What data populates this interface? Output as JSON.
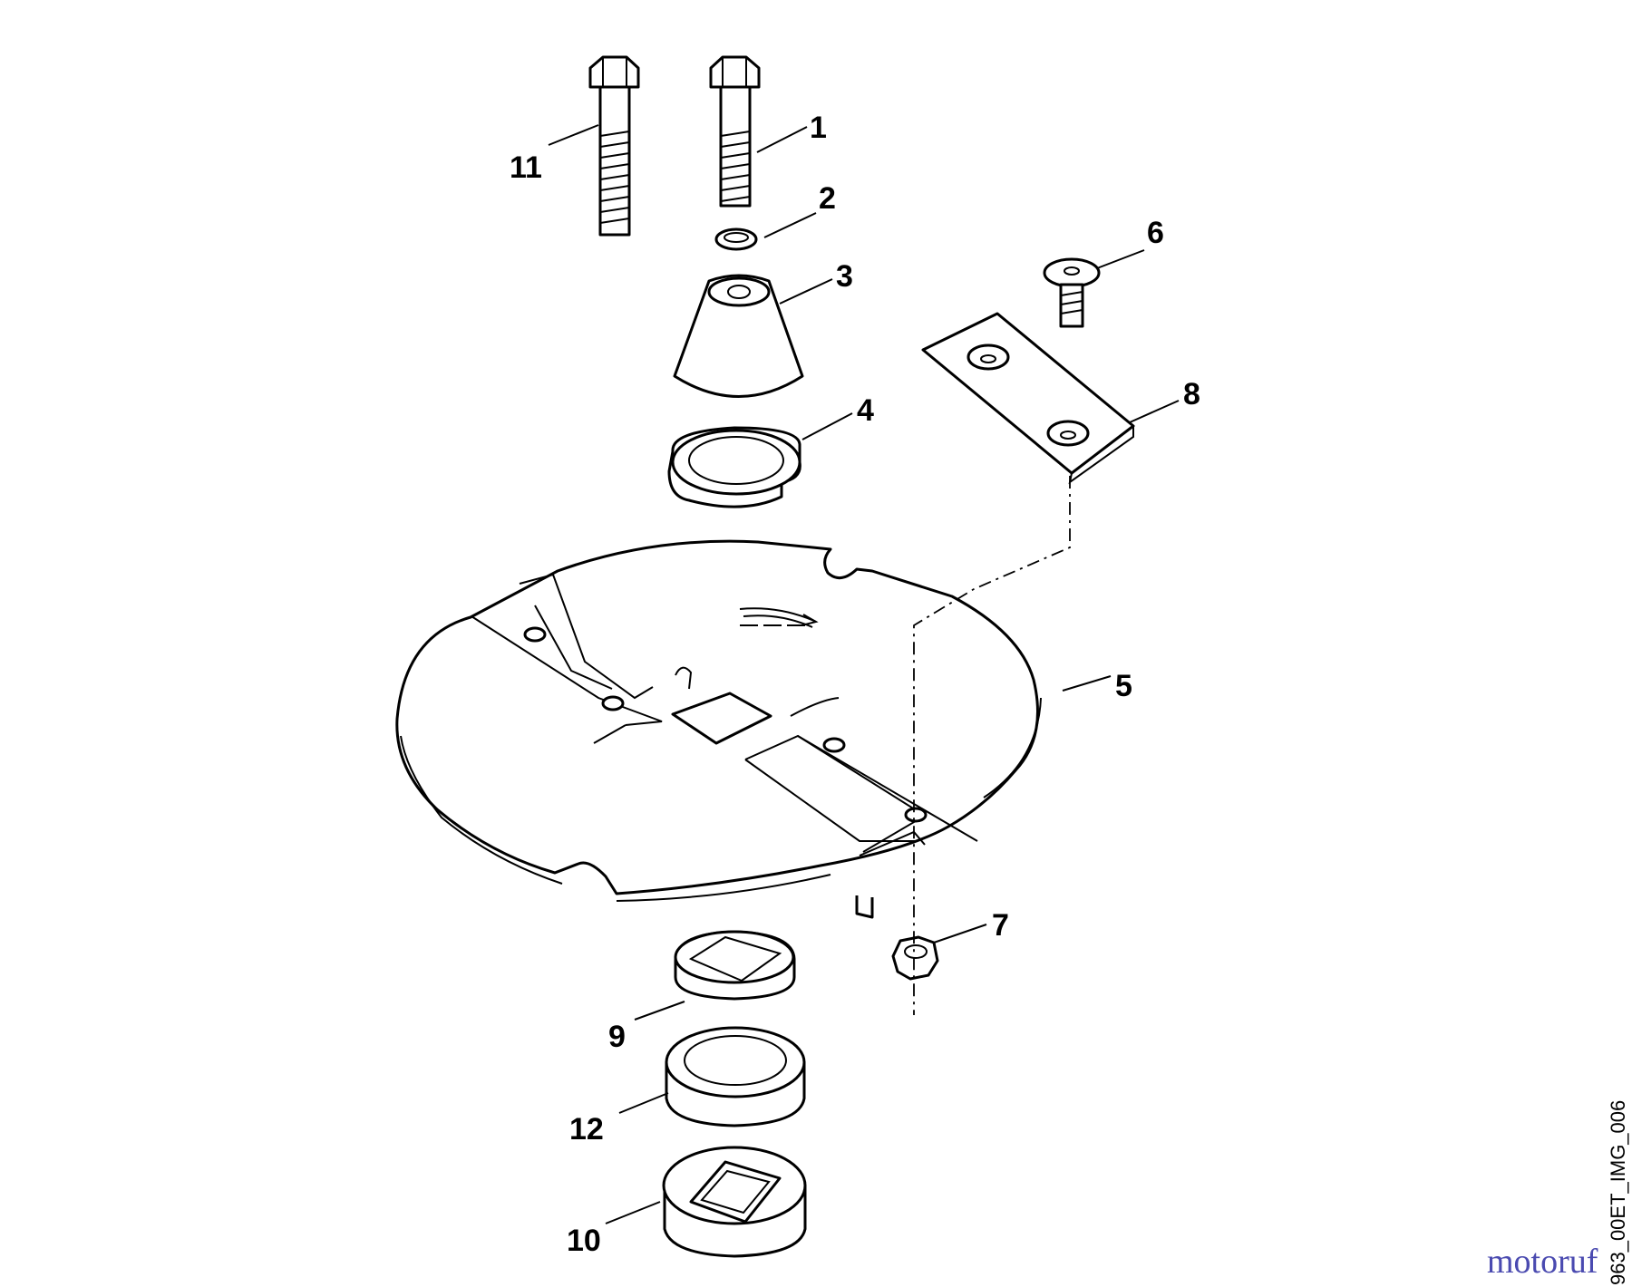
{
  "callouts": {
    "c1": "1",
    "c2": "2",
    "c3": "3",
    "c4": "4",
    "c5": "5",
    "c6": "6",
    "c7": "7",
    "c8": "8",
    "c9": "9",
    "c10": "10",
    "c11": "11",
    "c12": "12"
  },
  "image_code": "963_00ET_IMG_006",
  "watermark": "motoruf",
  "colors": {
    "brand": "#4a4ab0",
    "brand_accent": "#d4702a"
  }
}
